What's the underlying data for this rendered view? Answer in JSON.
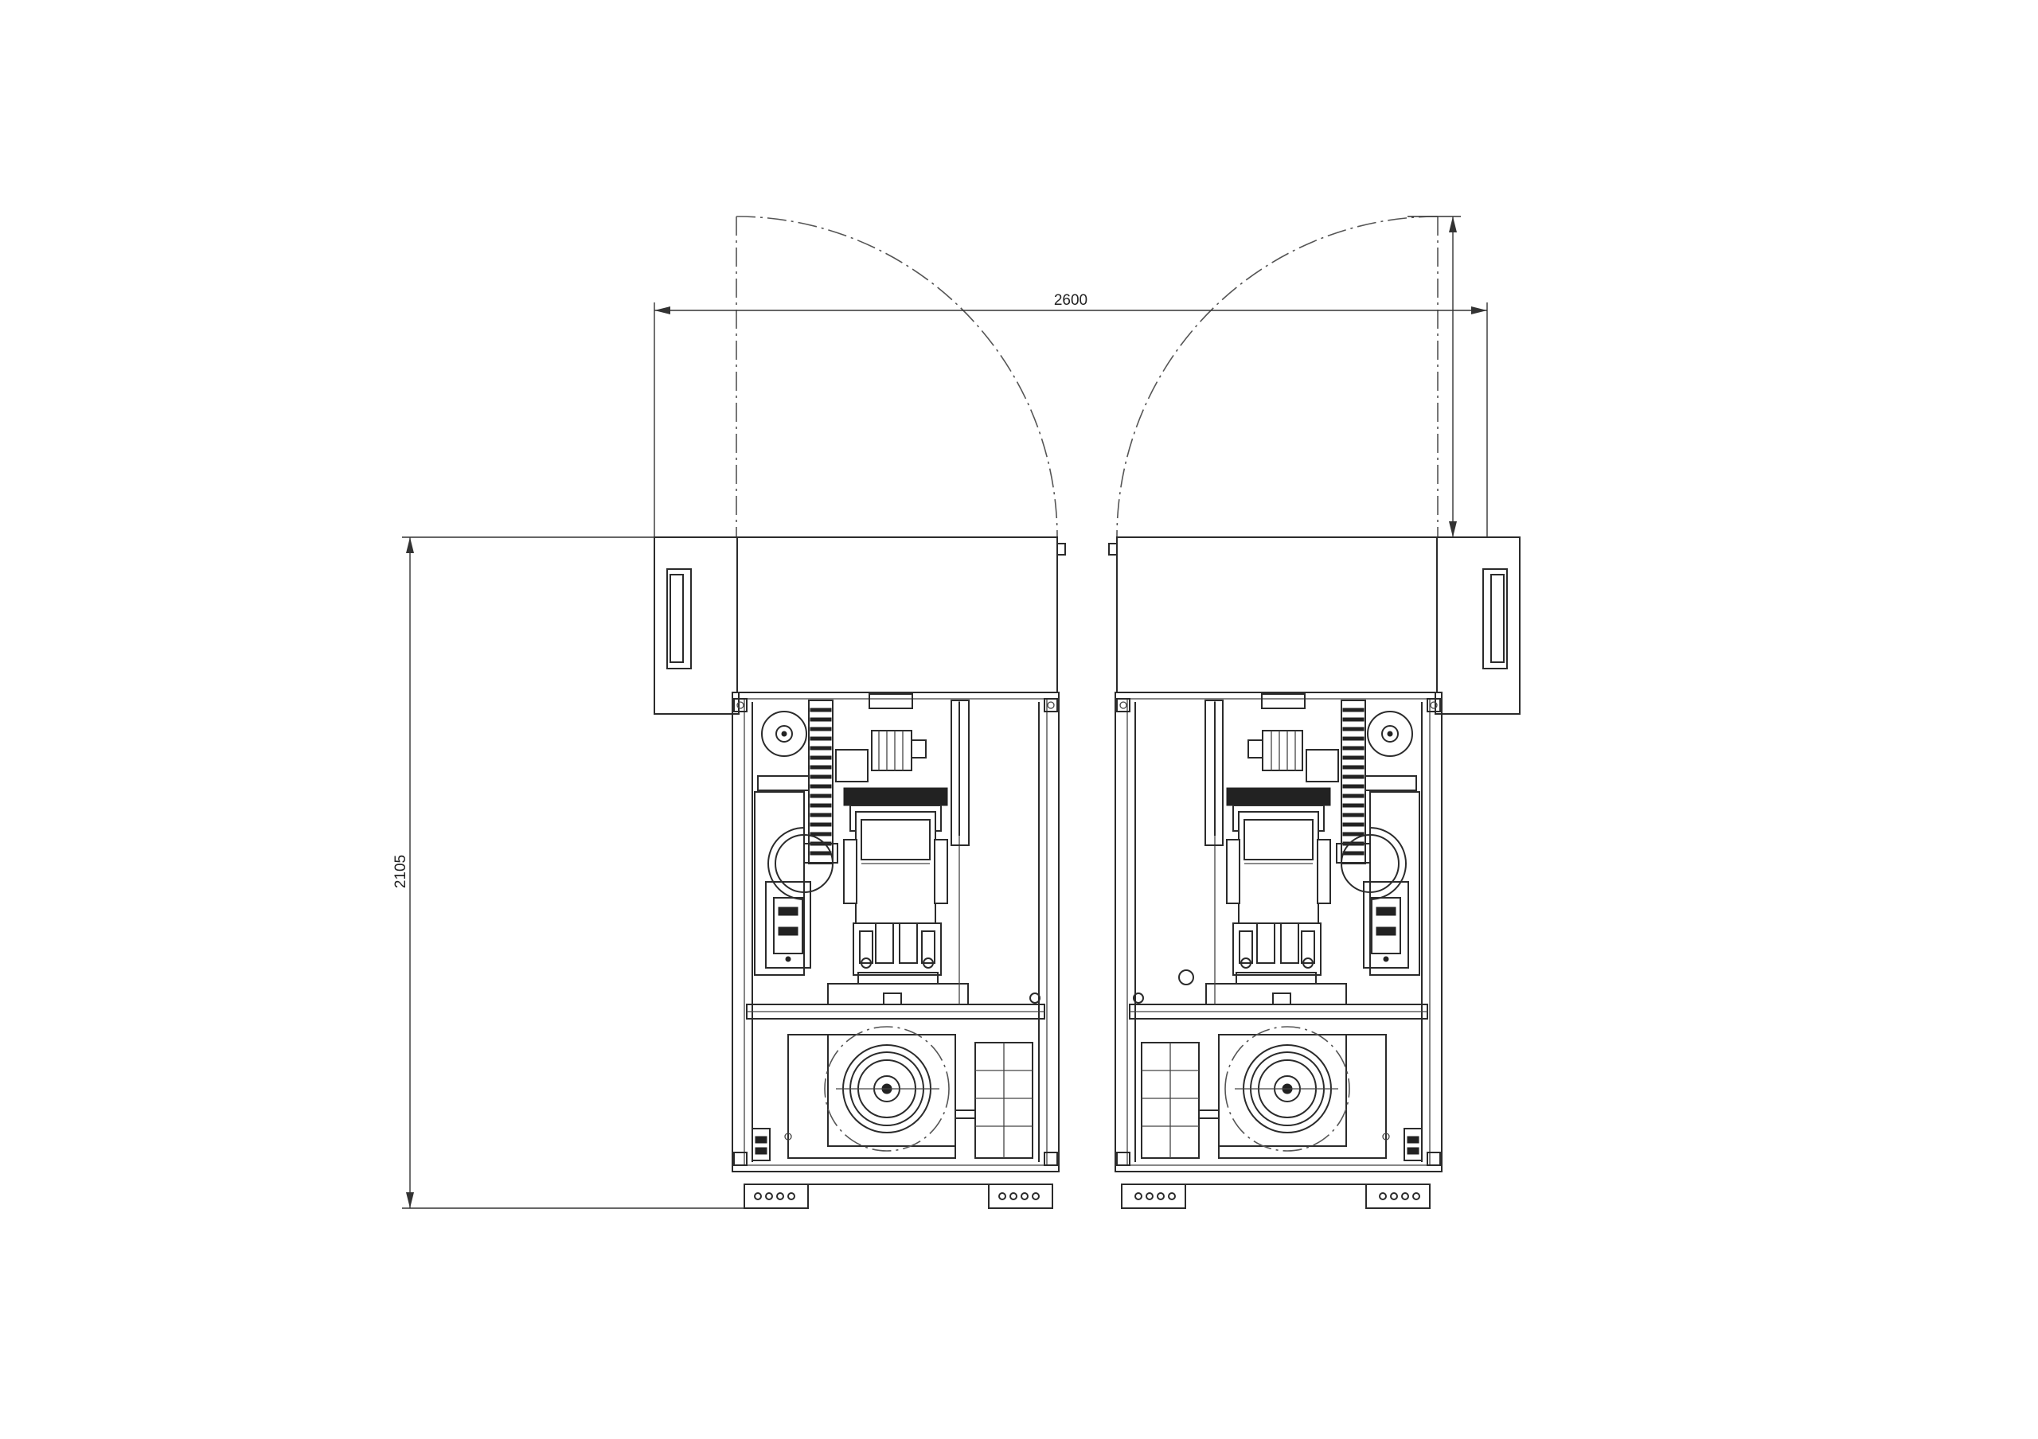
{
  "drawing": {
    "dimensions": {
      "overall_width": "2600",
      "overall_height": "2105"
    },
    "units": [
      {
        "name": "left-machine-unit",
        "mirrored": false
      },
      {
        "name": "right-machine-unit",
        "mirrored": true
      }
    ]
  }
}
